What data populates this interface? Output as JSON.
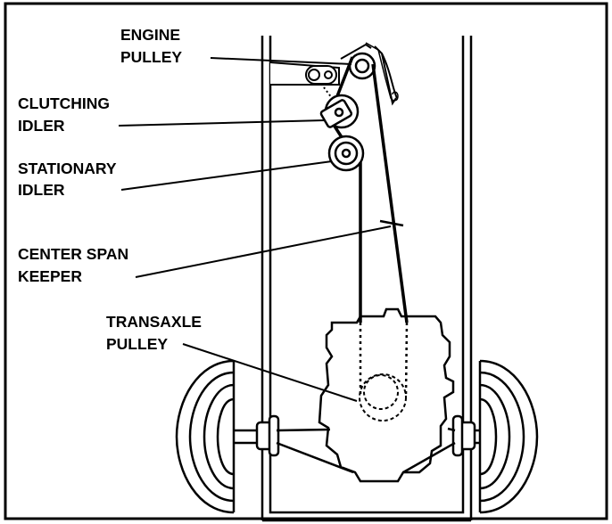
{
  "labels": {
    "engine_pulley": [
      "ENGINE",
      "PULLEY"
    ],
    "clutching_idler": [
      "CLUTCHING",
      "IDLER"
    ],
    "stationary_idler": [
      "STATIONARY",
      "IDLER"
    ],
    "center_span_keeper": [
      "CENTER SPAN",
      "KEEPER"
    ],
    "transaxle_pulley": [
      "TRANSAXLE",
      "PULLEY"
    ]
  },
  "colors": {
    "ink": "#000000",
    "paper": "#ffffff"
  }
}
